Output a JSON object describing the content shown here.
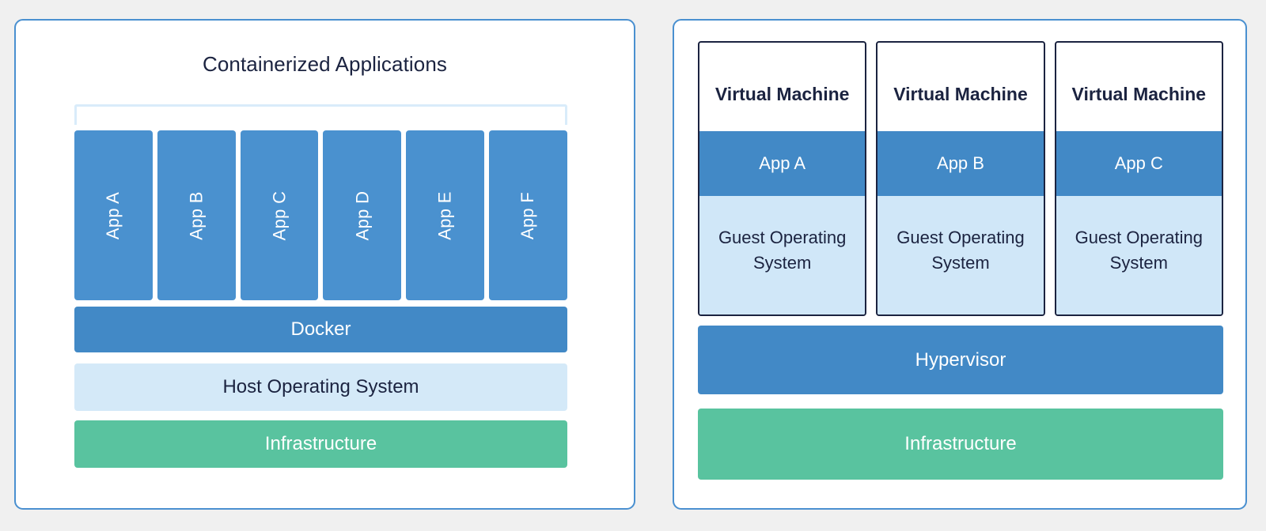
{
  "page": {
    "background_color": "#f0f0f0"
  },
  "colors": {
    "panel_border": "#4a90d0",
    "container_blue": "#4a91cf",
    "bar_blue": "#4289c6",
    "light_blue": "#d4e9f8",
    "guest_blue": "#d0e7f8",
    "bracket_blue": "#d9ecfa",
    "green": "#59c39f",
    "text_dark": "#1b2340",
    "text_light": "#ffffff"
  },
  "left_panel": {
    "title": "Containerized Applications",
    "bracket": "container-bracket",
    "apps": [
      {
        "label": "App A"
      },
      {
        "label": "App B"
      },
      {
        "label": "App C"
      },
      {
        "label": "App D"
      },
      {
        "label": "App E"
      },
      {
        "label": "App F"
      }
    ],
    "layers": [
      {
        "label": "Docker"
      },
      {
        "label": "Host Operating System"
      },
      {
        "label": "Infrastructure"
      }
    ]
  },
  "right_panel": {
    "vms": [
      {
        "title": "Virtual Machine",
        "app": "App A",
        "guest_os": "Guest Operating System"
      },
      {
        "title": "Virtual Machine",
        "app": "App B",
        "guest_os": "Guest Operating System"
      },
      {
        "title": "Virtual Machine",
        "app": "App C",
        "guest_os": "Guest Operating System"
      }
    ],
    "layers": [
      {
        "label": "Hypervisor"
      },
      {
        "label": "Infrastructure"
      }
    ]
  }
}
